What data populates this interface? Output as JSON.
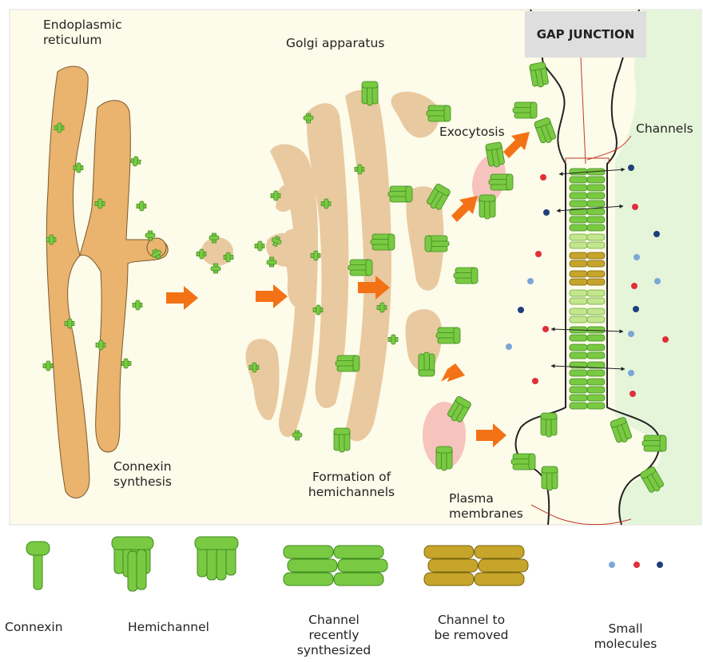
{
  "labels": {
    "er": "Endoplasmic reticulum",
    "golgi": "Golgi apparatus",
    "gap_junction": "GAP JUNCTION",
    "exocytosis": "Exocytosis",
    "channels": "Channels",
    "connexin_synthesis": "Connexin synthesis",
    "formation": "Formation of hemichannels",
    "plasma_membranes": "Plasma membranes"
  },
  "legend": {
    "connexin": "Connexin",
    "hemichannel": "Hemichannel",
    "channel_new": "Channel recently synthesized",
    "channel_removed": "Channel to be removed",
    "small_molecules": "Small molecules"
  },
  "colors": {
    "panel_bg": "#fdfbe9",
    "extracellular_bg": "#e5f5d9",
    "er": "#eab36e",
    "golgi": "#e9c9a0",
    "connexin": "#7ac943",
    "connexin_dark": "#3d8a1e",
    "channel_light": "#c3e68e",
    "channel_removed": "#c6a52a",
    "vesicle": "#f6c3bd",
    "arrow": "#f47216",
    "mol_light_blue": "#7ba7d8",
    "mol_red": "#e0303a",
    "mol_dark_blue": "#1f3e7c"
  }
}
